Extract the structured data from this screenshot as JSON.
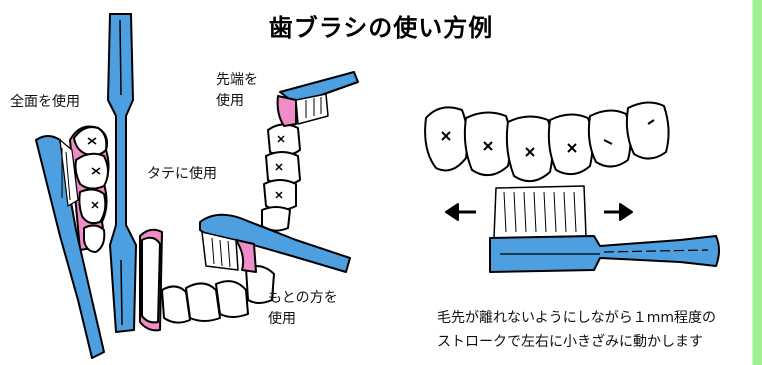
{
  "title": "歯ブラシの使い方例",
  "labels": {
    "whole_surface": "全面を使用",
    "tip_line1": "先端を",
    "tip_line2": "使用",
    "vertical": "タテに使用",
    "heel_line1": "もとの方を",
    "heel_line2": "使用"
  },
  "caption": {
    "line1": "毛先が離れないようにしながら１mm程度の",
    "line2": "ストロークで左右に小きざみに動かします"
  },
  "colors": {
    "brush_blue": "#4d9fe0",
    "gum_pink": "#f08cc8",
    "accent_green": "#9ff08f"
  }
}
